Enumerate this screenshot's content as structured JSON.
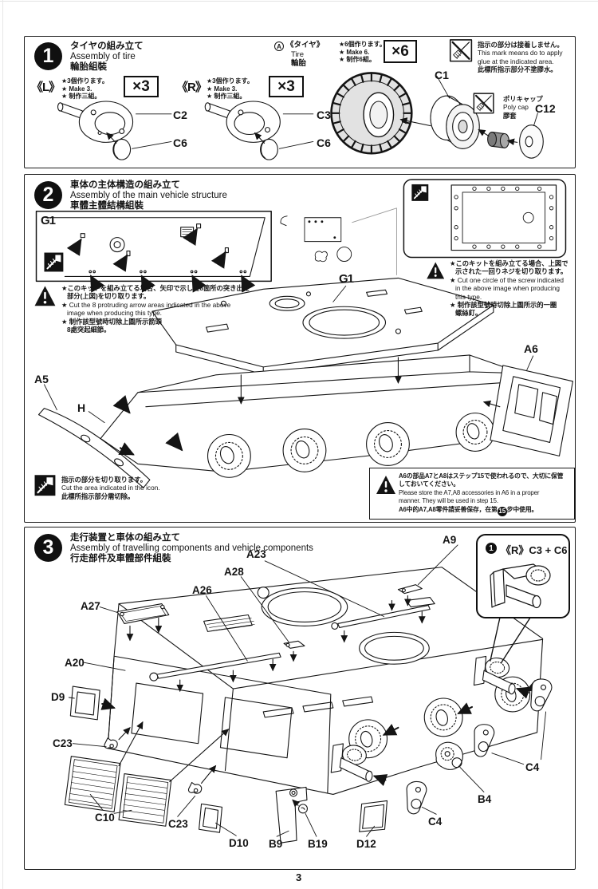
{
  "colors": {
    "ink": "#141414",
    "paper": "#ffffff",
    "tire_fill": "#e2e2e2",
    "polycap_fill": "#8f8f8f"
  },
  "page": {
    "number": "3"
  },
  "step1": {
    "num": "1",
    "title_ja": "タイヤの組み立て",
    "title_en": "Assembly of tire",
    "title_zh": "輪胎組裝",
    "left_tag": "《L》",
    "left_notes": [
      "★3個作ります。",
      "★ Make 3.",
      "★ 制作三組。"
    ],
    "left_count": "×3",
    "right_tag": "《R》",
    "right_notes": [
      "★3個作ります。",
      "★ Make 3.",
      "★ 制作三組。"
    ],
    "right_count": "×3",
    "tire_badge": "A",
    "tire_tag": "《タイヤ》",
    "tire_en": "Tire",
    "tire_zh": "輪胎",
    "tire_notes": [
      "★6個作ります。",
      "★ Make 6.",
      "★ 制作6組。"
    ],
    "tire_count": "×6",
    "noglue_note": [
      "指示の部分は接着しません。",
      "This mark means do to apply",
      "glue at the indicated area.",
      "此標所指示部分不塗膠水。"
    ],
    "polycap_note": [
      "ポリキャップ",
      "Poly cap",
      "膠套"
    ],
    "parts": {
      "c2": "C2",
      "c3": "C3",
      "c6_left": "C6",
      "c6_right": "C6",
      "c1": "C1",
      "c12": "C12"
    }
  },
  "step2": {
    "num": "2",
    "title_ja": "車体の主体構造の組み立て",
    "title_en": "Assembly of the main vehicle structure",
    "title_zh": "車體主體結構組裝",
    "warn_left": [
      "★このキットを組み立てる場合、矢印で示した8箇所の突き出た",
      "部分(上図)を切り取ります。",
      "★ Cut the 8 protruding arrow areas indicated in the above",
      "image when producing this type.",
      "★ 制作該型號時切除上圖所示箭頭",
      "8處突起細節。"
    ],
    "warn_right": [
      "★このキットを組み立てる場合、上図で",
      "示された一回りネジを切り取ります。",
      "★ Cut one circle of the screw indicated",
      "in the above image when producing",
      "this type.",
      "★ 制作該型號時切除上圖所示的一圈",
      "螺絲釘。"
    ],
    "cut_note": [
      "指示の部分を切り取ります。",
      "Cut the area indicated in the icon.",
      "此標所指示部分需切除。"
    ],
    "store_note": {
      "l1": "A6の部品A7とA8はステップ15で使われるので、大切に保管",
      "l2": "しておいてください。",
      "l3": "Please store the A7,A8 accessories in A6 in a proper",
      "l4": "manner. They will be used in step 15.",
      "l5a": "A6中的A7,A8零件請妥善保存，在第",
      "badge": "15",
      "l5b": "步中使用。"
    },
    "labels": {
      "g1_inset": "G1",
      "g1_main": "G1",
      "a5": "A5",
      "h": "H",
      "a6": "A6"
    }
  },
  "step3": {
    "num": "3",
    "title_ja": "走行装置と車体の組み立て",
    "title_en": "Assembly of travelling components and vehicle components",
    "title_zh": "行走部件及車體部件組裝",
    "callout_badge": "1",
    "callout_text": "《R》C3 + C6",
    "labels": {
      "a9": "A9",
      "a23": "A23",
      "a28": "A28",
      "a26": "A26",
      "a27": "A27",
      "a20": "A20",
      "d9": "D9",
      "c23a": "C23",
      "c10": "C10",
      "c23b": "C23",
      "d10": "D10",
      "b9": "B9",
      "b19": "B19",
      "d12": "D12",
      "c4a": "C4",
      "b4": "B4",
      "c4b": "C4"
    }
  }
}
